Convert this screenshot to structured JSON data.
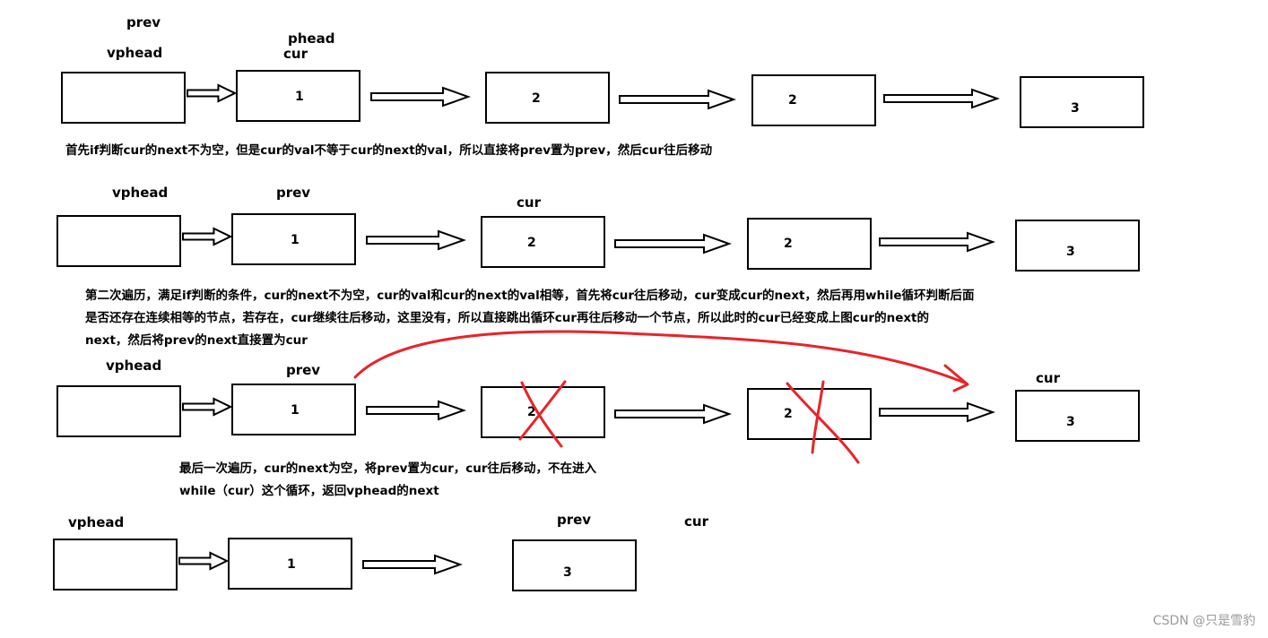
{
  "row1": {
    "labels": {
      "prev": "prev",
      "vphead": "vphead",
      "phead": "phead",
      "cur": "cur"
    },
    "values": [
      "1",
      "2",
      "2",
      "3"
    ],
    "description": "首先if判断cur的next不为空，但是cur的val不等于cur的next的val，所以直接将prev置为prev，然后cur往后移动"
  },
  "row2": {
    "labels": {
      "vphead": "vphead",
      "prev": "prev",
      "cur": "cur"
    },
    "values": [
      "1",
      "2",
      "2",
      "3"
    ],
    "description": [
      "第二次遍历，满足if判断的条件，cur的next不为空，cur的val和cur的next的val相等，首先将cur往后移动，cur变成cur的next，然后再用while循环判断后面",
      "是否还存在连续相等的节点，若存在，cur继续往后移动，这里没有，所以直接跳出循环cur再往后移动一个节点，所以此时的cur已经变成上图cur的next的",
      "next，然后将prev的next直接置为cur"
    ]
  },
  "row3": {
    "labels": {
      "vphead": "vphead",
      "prev": "prev",
      "cur": "cur"
    },
    "values": [
      "1",
      "2",
      "2",
      "3"
    ],
    "description": [
      "最后一次遍历，cur的next为空，将prev置为cur，cur往后移动，不在进入",
      "while（cur）这个循环，返回vphead的next"
    ]
  },
  "row4": {
    "labels": {
      "vphead": "vphead",
      "prev": "prev",
      "cur": "cur"
    },
    "values": [
      "1",
      "3"
    ]
  },
  "colors": {
    "annotation": "#e8242a",
    "stroke": "#000000",
    "watermark": "#9a9a9a"
  },
  "watermark": "CSDN @只是雪豹"
}
